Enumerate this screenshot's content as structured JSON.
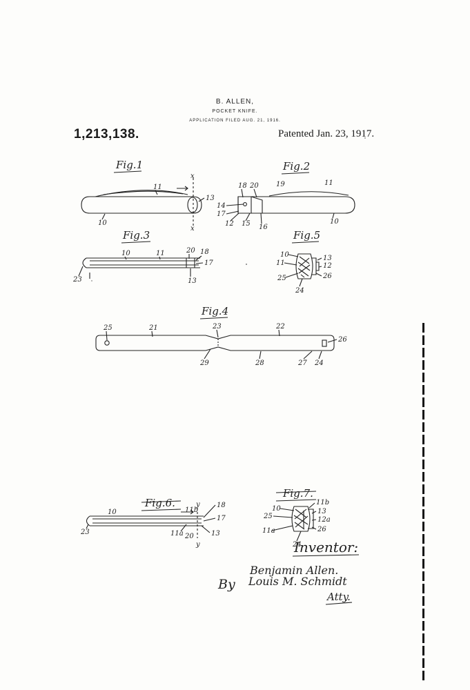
{
  "header": {
    "inventor_name": "B. ALLEN,",
    "title": "POCKET KNIFE.",
    "filed": "APPLICATION FILED AUG. 21, 1916."
  },
  "patent_number": "1,213,138.",
  "patent_date": "Patented Jan. 23, 1917.",
  "figures": {
    "fig1": "Fig.1",
    "fig2": "Fig.2",
    "fig3": "Fig.3",
    "fig4": "Fig.4",
    "fig5": "Fig.5",
    "fig6": "Fig.6.",
    "fig7": "Fig.7."
  },
  "labels": {
    "fig1": {
      "l11": "11",
      "l13": "13",
      "l10": "10",
      "x_top": "x",
      "x_bot": "x"
    },
    "fig2": {
      "l18": "18",
      "l20": "20",
      "l19": "19",
      "l11": "11",
      "l14": "14",
      "l17": "17",
      "l12": "12",
      "l15": "15",
      "l16": "16",
      "l10": "10"
    },
    "fig3": {
      "l10": "10",
      "l11": "11",
      "l20": "20",
      "l18": "18",
      "l17": "17",
      "l23": "23",
      "l13": "13"
    },
    "fig5": {
      "l10": "10",
      "l11": "11",
      "l13": "13",
      "l12": "12",
      "l25": "25",
      "l26": "26",
      "l24": "24"
    },
    "fig4": {
      "l25": "25",
      "l21": "21",
      "l23": "23",
      "l22": "22",
      "l26": "26",
      "l29": "29",
      "l28": "28",
      "l27": "27",
      "l24": "24"
    },
    "fig6": {
      "l11b": "11b",
      "y_top": "y",
      "l18": "18",
      "l10": "10",
      "l17": "17",
      "l23": "23",
      "l11a": "11a",
      "l20": "20",
      "l13": "13",
      "y_bot": "y"
    },
    "fig7": {
      "l11b": "11b",
      "l10": "10",
      "l13": "13",
      "l25": "25",
      "l12a": "12a",
      "l11a": "11a",
      "l26": "26",
      "l24": "24"
    }
  },
  "signature": {
    "inventor_label": "Inventor:",
    "inventor": "Benjamin Allen.",
    "by": "By",
    "attorney": "Louis M. Schmidt",
    "atty": "Atty."
  }
}
